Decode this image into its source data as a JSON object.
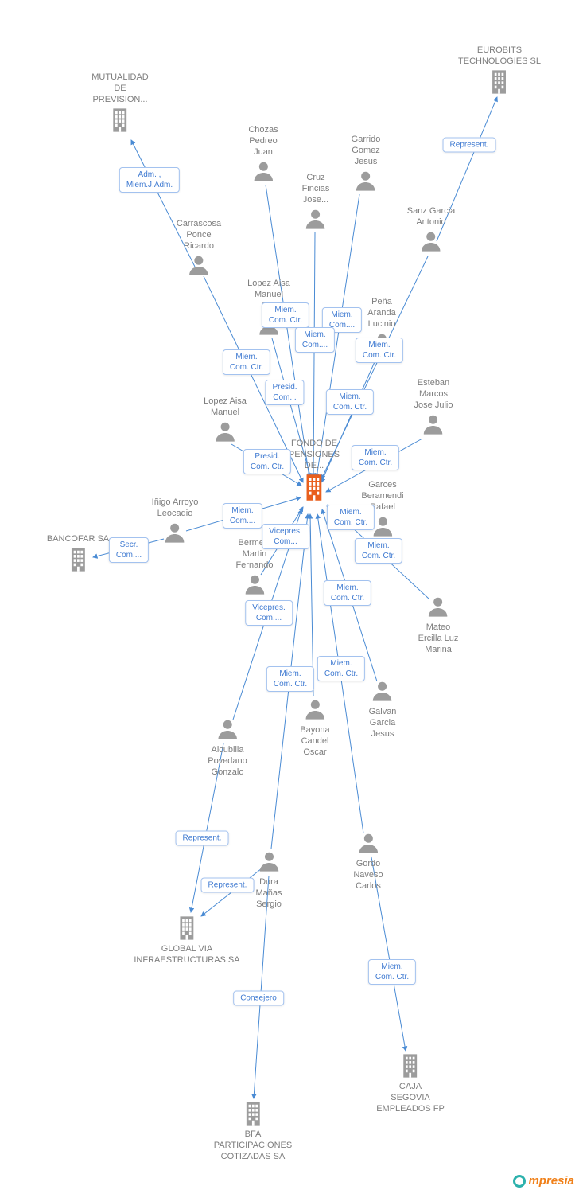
{
  "colors": {
    "edge_blue": "#4a8bd4",
    "relation_label_blue": "#3f7ad1",
    "node_gray": "#9c9c9c",
    "highlight_orange": "#e95f1d",
    "watermark_teal": "#2cb1ac",
    "watermark_orange": "#f08019"
  },
  "nodes": {
    "mutualidad": {
      "label": "MUTUALIDAD\nDE\nPREVISION...",
      "type": "company"
    },
    "eurobits": {
      "label": "EUROBITS\nTECHNOLOGIES SL",
      "type": "company"
    },
    "chozas": {
      "label": "Chozas\nPedreo\nJuan",
      "type": "person"
    },
    "garrido": {
      "label": "Garrido\nGomez\nJesus",
      "type": "person"
    },
    "cruz": {
      "label": "Cruz\nFincias\nJose...",
      "type": "person"
    },
    "sanz": {
      "label": "Sanz Garcia\nAntonio",
      "type": "person"
    },
    "carrascosa": {
      "label": "Carrascosa\nPonce\nRicardo",
      "type": "person"
    },
    "lopez_aisa_ri": {
      "label": "Lopez Aisa\nManuel\nRi...",
      "type": "person"
    },
    "pena": {
      "label": "Peña\nAranda\nLucinio",
      "type": "person"
    },
    "esteban": {
      "label": "Esteban\nMarcos\nJose Julio",
      "type": "person"
    },
    "lopez_aisa": {
      "label": "Lopez Aisa\nManuel",
      "type": "person"
    },
    "fondo": {
      "label": "FONDO DE\nPENSIONES\nDE...",
      "type": "company-highlight"
    },
    "garces": {
      "label": "Garces\nBeramendi\nRafael",
      "type": "person"
    },
    "inigo": {
      "label": "Iñigo Arroyo\nLeocadio",
      "type": "person"
    },
    "bancofar": {
      "label": "BANCOFAR SA",
      "type": "company"
    },
    "bermejo": {
      "label": "Bermejo\nMartin\nFernando",
      "type": "person"
    },
    "mateo": {
      "label": "Mateo\nErcilla Luz\nMarina",
      "type": "person"
    },
    "galvan": {
      "label": "Galvan\nGarcia\nJesus",
      "type": "person"
    },
    "bayona": {
      "label": "Bayona\nCandel\nOscar",
      "type": "person"
    },
    "alcubilla": {
      "label": "Alcubilla\nPovedano\nGonzalo",
      "type": "person"
    },
    "gordo": {
      "label": "Gordo\nNaveso\nCarlos",
      "type": "person"
    },
    "dura": {
      "label": "Dura\nMañas\nSergio",
      "type": "person"
    },
    "globalvia": {
      "label": "GLOBAL VIA\nINFRAESTRUCTURAS SA",
      "type": "company"
    },
    "caja": {
      "label": "CAJA\nSEGOVIA\nEMPLEADOS FP",
      "type": "company"
    },
    "bfa": {
      "label": "BFA\nPARTICIPACIONES\nCOTIZADAS SA",
      "type": "company"
    }
  },
  "relations": {
    "adm": {
      "label": "Adm. ,\nMiem.J.Adm."
    },
    "rep1": {
      "label": "Represent."
    },
    "m1": {
      "label": "Miem.\nCom. Ctr."
    },
    "m2": {
      "label": "Miem.\nCom...."
    },
    "m3": {
      "label": "Miem.\nCom...."
    },
    "m4": {
      "label": "Miem.\nCom. Ctr."
    },
    "m5": {
      "label": "Miem.\nCom. Ctr."
    },
    "p1": {
      "label": "Presid.\nCom..."
    },
    "m6": {
      "label": "Miem.\nCom. Ctr."
    },
    "p2": {
      "label": "Presid.\nCom. Ctr."
    },
    "m7": {
      "label": "Miem.\nCom. Ctr."
    },
    "m8": {
      "label": "Miem.\nCom...."
    },
    "m9": {
      "label": "Miem.\nCom. Ctr."
    },
    "v1": {
      "label": "Vicepres.\nCom..."
    },
    "secr": {
      "label": "Secr.\nCom...."
    },
    "m10": {
      "label": "Miem.\nCom. Ctr."
    },
    "m11": {
      "label": "Miem.\nCom. Ctr."
    },
    "v2": {
      "label": "Vicepres.\nCom...."
    },
    "m12": {
      "label": "Miem.\nCom. Ctr."
    },
    "m13": {
      "label": "Miem.\nCom. Ctr."
    },
    "rep2": {
      "label": "Represent."
    },
    "rep3": {
      "label": "Represent."
    },
    "cons": {
      "label": "Consejero"
    },
    "m14": {
      "label": "Miem.\nCom. Ctr."
    }
  },
  "edges": [
    {
      "from": "carrascosa",
      "to": "mutualidad",
      "relation": "adm"
    },
    {
      "from": "sanz",
      "to": "eurobits",
      "relation": "rep1"
    },
    {
      "from": "chozas",
      "to": "fondo",
      "relation": "m1"
    },
    {
      "from": "garrido",
      "to": "fondo",
      "relation": "m2"
    },
    {
      "from": "cruz",
      "to": "fondo",
      "relation": "m3"
    },
    {
      "from": "sanz",
      "to": "fondo",
      "relation": "m4"
    },
    {
      "from": "carrascosa",
      "to": "fondo",
      "relation": "m5"
    },
    {
      "from": "lopez_aisa_ri",
      "to": "fondo",
      "relation": "p1"
    },
    {
      "from": "pena",
      "to": "fondo",
      "relation": "m6"
    },
    {
      "from": "lopez_aisa",
      "to": "fondo",
      "relation": "p2"
    },
    {
      "from": "esteban",
      "to": "fondo",
      "relation": "m7"
    },
    {
      "from": "inigo",
      "to": "fondo",
      "relation": "m8"
    },
    {
      "from": "inigo",
      "to": "bancofar",
      "relation": "secr"
    },
    {
      "from": "garces",
      "to": "fondo",
      "relation": "m9"
    },
    {
      "from": "bermejo",
      "to": "fondo",
      "relation": "v1"
    },
    {
      "from": "mateo",
      "to": "fondo",
      "relation": "m10"
    },
    {
      "from": "galvan",
      "to": "fondo",
      "relation": "m11"
    },
    {
      "from": "alcubilla",
      "to": "fondo",
      "relation": "v2"
    },
    {
      "from": "gordo",
      "to": "fondo",
      "relation": "m12"
    },
    {
      "from": "dura",
      "to": "fondo",
      "relation": "m13"
    },
    {
      "from": "bayona",
      "to": "fondo",
      "relation": null
    },
    {
      "from": "alcubilla",
      "to": "globalvia",
      "relation": "rep2"
    },
    {
      "from": "dura",
      "to": "globalvia",
      "relation": "rep3"
    },
    {
      "from": "dura",
      "to": "bfa",
      "relation": "cons"
    },
    {
      "from": "gordo",
      "to": "caja",
      "relation": "m14"
    }
  ],
  "watermark": {
    "text": "mpresia"
  }
}
